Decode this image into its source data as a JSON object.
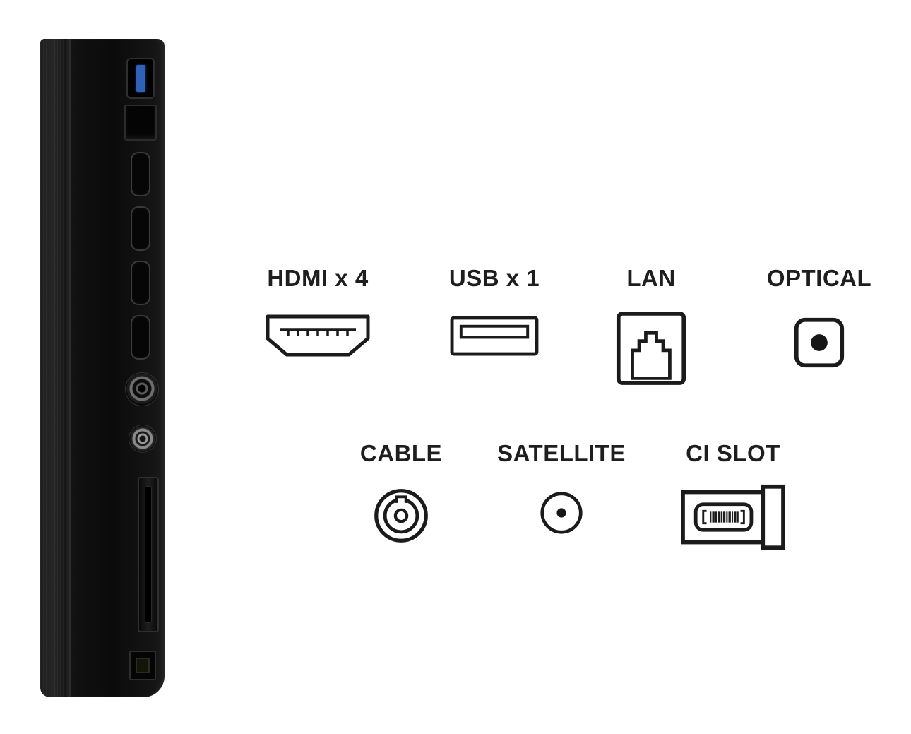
{
  "figure_title": "TV side panel ports diagram",
  "colors": {
    "background": "#ffffff",
    "label_text": "#1e1e1e",
    "icon_outline": "#1b1b1b",
    "tv_panel_black": "#101010",
    "usb_accent_blue": "#2d62b8"
  },
  "ports": {
    "row1": [
      {
        "name": "hdmi",
        "label": "HDMI x 4",
        "count": 4,
        "icon": "hdmi-port-icon"
      },
      {
        "name": "usb",
        "label": "USB x 1",
        "count": 1,
        "icon": "usb-port-icon"
      },
      {
        "name": "lan",
        "label": "LAN",
        "count": 1,
        "icon": "lan-port-icon"
      },
      {
        "name": "optical",
        "label": "OPTICAL",
        "count": 1,
        "icon": "optical-port-icon"
      }
    ],
    "row2": [
      {
        "name": "cable",
        "label": "CABLE",
        "count": 1,
        "icon": "cable-port-icon"
      },
      {
        "name": "satellite",
        "label": "SATELLITE",
        "count": 1,
        "icon": "satellite-port-icon"
      },
      {
        "name": "ci-slot",
        "label": "CI SLOT",
        "count": 1,
        "icon": "ci-slot-icon"
      }
    ]
  },
  "panel": {
    "ports_top_to_bottom": [
      "usb-port",
      "lan-port",
      "hdmi-port-1",
      "hdmi-port-2",
      "hdmi-port-3",
      "hdmi-port-4",
      "cable-coax-port",
      "satellite-coax-port",
      "ci-card-slot",
      "optical-audio-port"
    ]
  }
}
